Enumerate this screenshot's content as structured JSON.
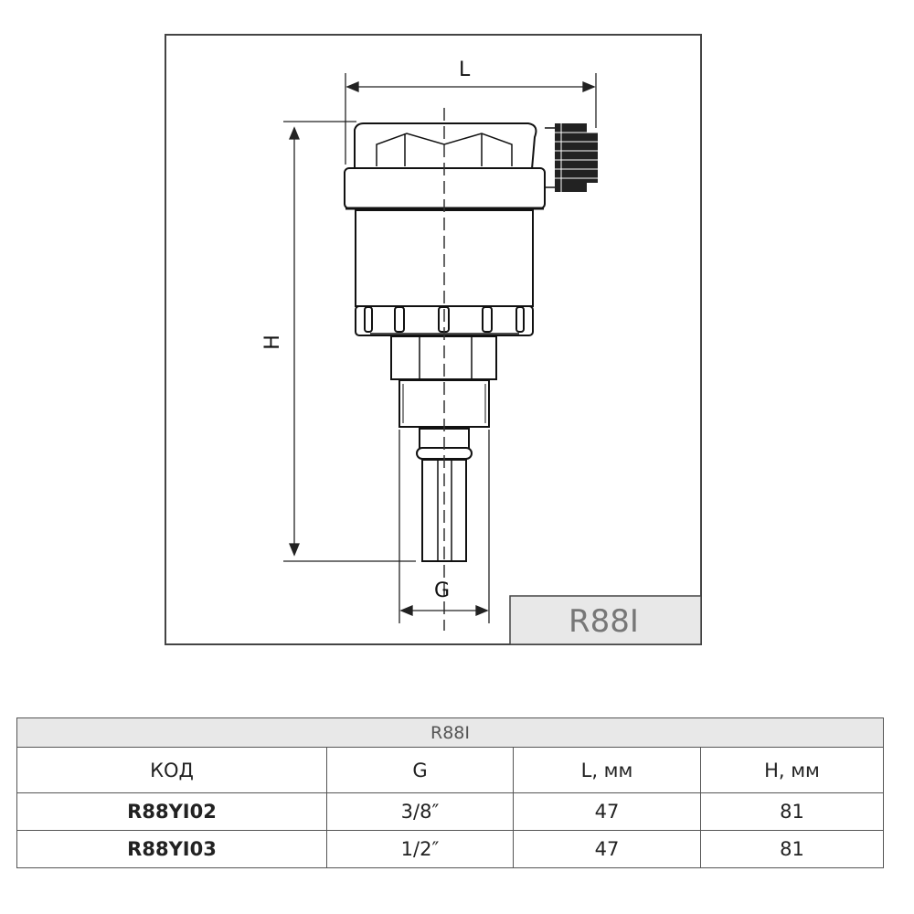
{
  "drawing": {
    "dim_L": "L",
    "dim_H": "H",
    "dim_G": "G",
    "model_label": "R88I"
  },
  "table": {
    "caption": "R88I",
    "headers": [
      "КОД",
      "G",
      "L, мм",
      "H, мм"
    ],
    "rows": [
      [
        "R88YI02",
        "3/8″",
        "47",
        "81"
      ],
      [
        "R88YI03",
        "1/2″",
        "47",
        "81"
      ]
    ]
  }
}
